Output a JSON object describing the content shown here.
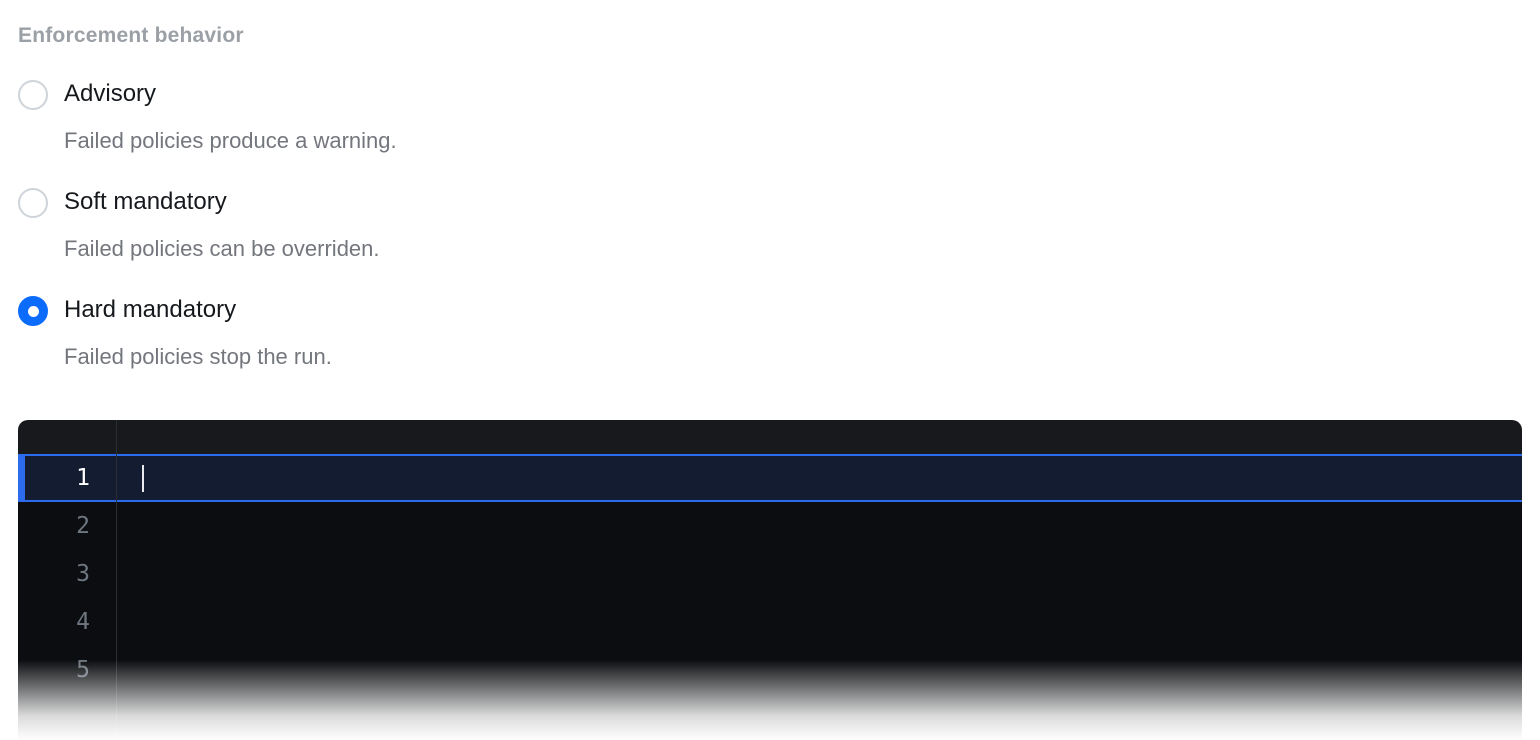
{
  "form": {
    "label": "Enforcement behavior",
    "options": [
      {
        "label": "Advisory",
        "description": "Failed policies produce a warning.",
        "selected": false
      },
      {
        "label": "Soft mandatory",
        "description": "Failed policies can be overriden.",
        "selected": false
      },
      {
        "label": "Hard mandatory",
        "description": "Failed policies stop the run.",
        "selected": true
      }
    ]
  },
  "editor": {
    "active_line": "1",
    "cursor_visible": true,
    "lines": [
      {
        "number": "1",
        "content": ""
      },
      {
        "number": "2",
        "content": ""
      },
      {
        "number": "3",
        "content": ""
      },
      {
        "number": "4",
        "content": ""
      },
      {
        "number": "5",
        "content": ""
      }
    ]
  },
  "colors": {
    "accent_blue": "#0b6bfb",
    "active_line_border": "#2d6bee",
    "active_line_bg": "#131c31",
    "editor_bg": "#0b0d10"
  }
}
